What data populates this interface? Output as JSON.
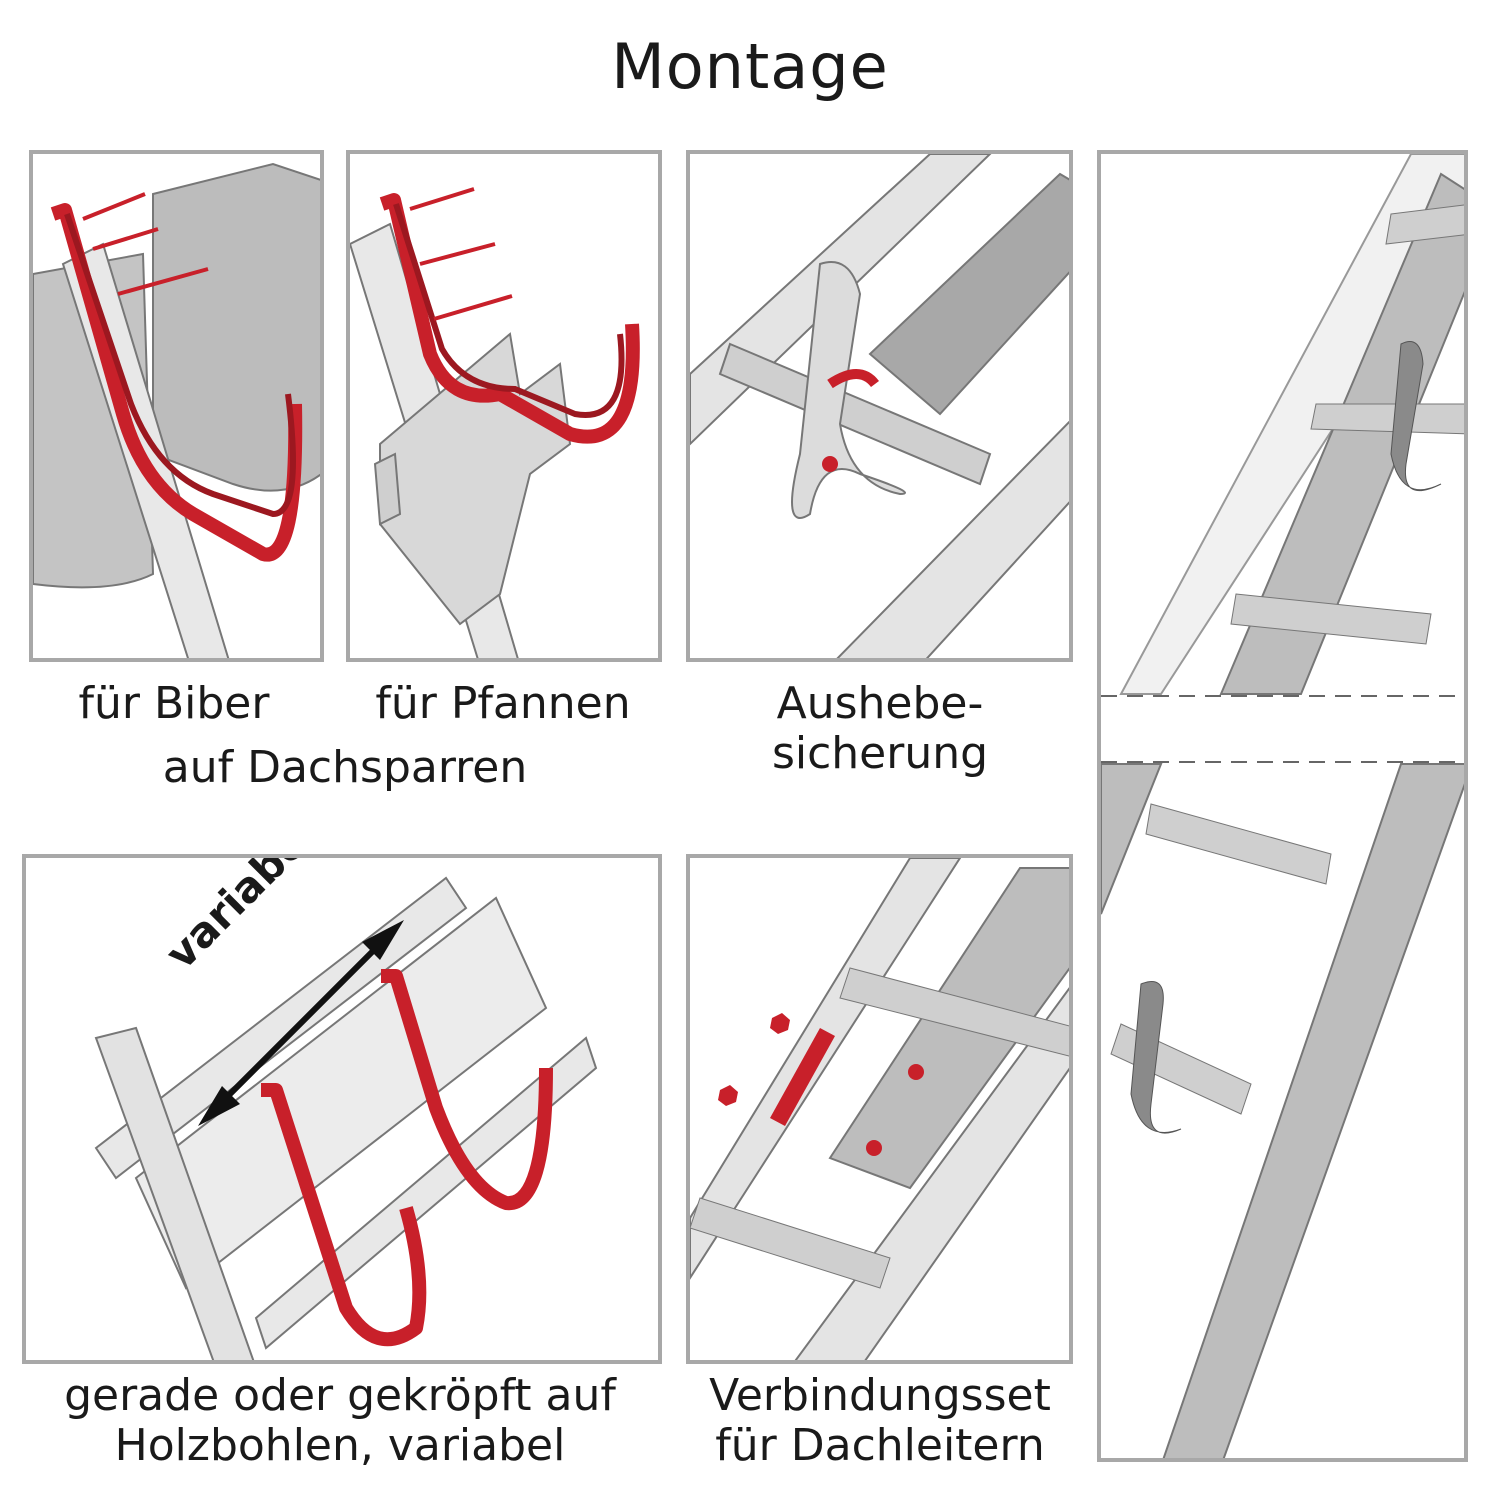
{
  "title": "Montage",
  "captions": {
    "biber": "für Biber",
    "pfannen": "für Pfannen",
    "dachsparren": "auf Dachsparren",
    "aushebe_1": "Aushebe-",
    "aushebe_2": "sicherung",
    "holzbohlen_1": "gerade oder gekröpft auf",
    "holzbohlen_2": "Holzbohlen, variabel",
    "verbindung_1": "Verbindungsset",
    "verbindung_2": "für Dachleitern"
  },
  "annotations": {
    "variabel": "variabel"
  },
  "colors": {
    "hook_red": "#c8202a",
    "frame_gray": "#a8a8a8",
    "metal_gray": "#bdbdbd",
    "light_gray": "#e6e6e6"
  }
}
